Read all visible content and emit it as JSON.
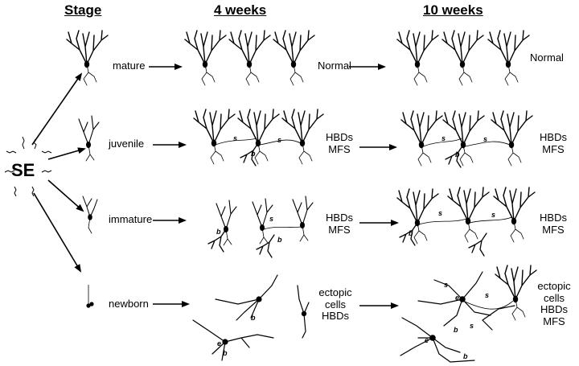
{
  "headers": {
    "stage": "Stage",
    "weeks4": "4 weeks",
    "weeks10": "10 weeks"
  },
  "source_label": "SE",
  "rows": [
    {
      "stage": "mature",
      "outcome_4w": [
        "Normal"
      ],
      "outcome_10w": [
        "Normal"
      ]
    },
    {
      "stage": "juvenile",
      "outcome_4w": [
        "HBDs",
        "MFS"
      ],
      "outcome_10w": [
        "HBDs",
        "MFS"
      ]
    },
    {
      "stage": "immature",
      "outcome_4w": [
        "HBDs",
        "MFS"
      ],
      "outcome_10w": [
        "HBDs",
        "MFS"
      ]
    },
    {
      "stage": "newborn",
      "outcome_4w": [
        "ectopic",
        "cells",
        "HBDs"
      ],
      "outcome_10w": [
        "ectopic",
        "cells",
        "HBDs",
        "MFS"
      ]
    }
  ],
  "annotation_letters": {
    "soma": "s",
    "basal": "b",
    "ectopic": "e"
  }
}
